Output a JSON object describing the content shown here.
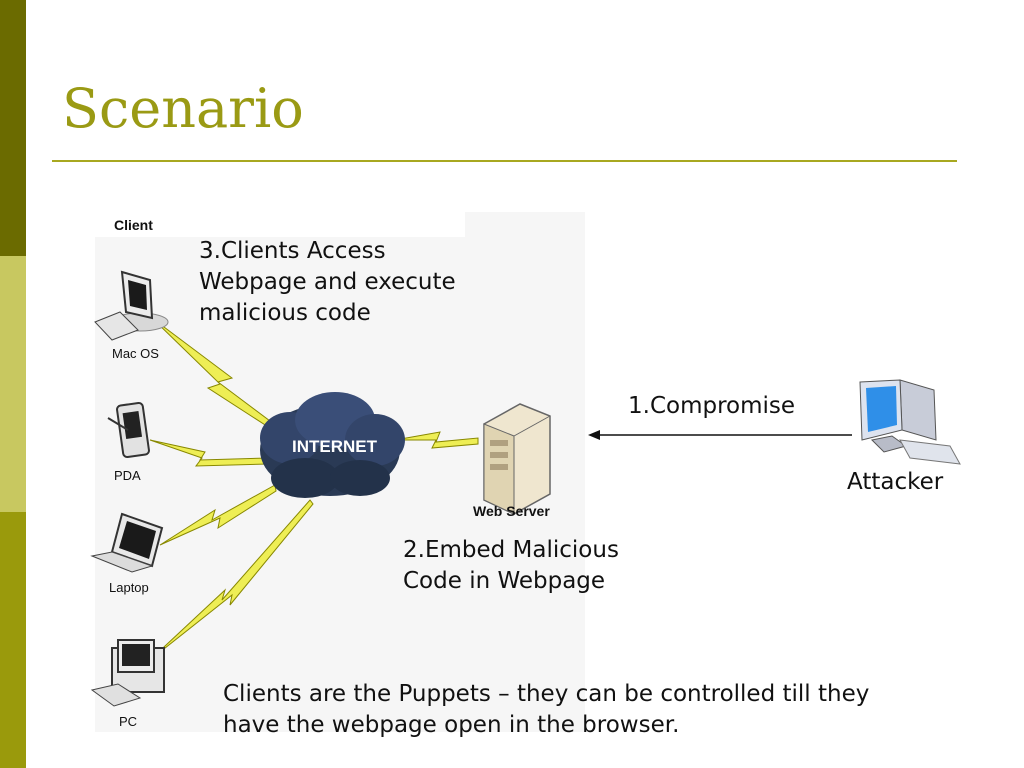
{
  "slide": {
    "title": "Scenario",
    "footer": "Clients are the Puppets – they can be controlled till they have the webpage open in the browser."
  },
  "diagram": {
    "client_heading": "Client",
    "clients": [
      "Mac OS",
      "PDA",
      "Laptop",
      "PC"
    ],
    "cloud_label": "INTERNET",
    "server_label": "Web Server",
    "attacker_label": "Attacker",
    "step1": "1.Compromise",
    "step2": "2.Embed Malicious\nCode in Webpage",
    "step3": "3.Clients Access\nWebpage and execute\nmalicious code"
  },
  "colors": {
    "accent": "#9a9a14",
    "bar_dark": "#6b6b00",
    "bar_light": "#c8c860",
    "lightning": "#eeee55",
    "cloud": "#2a3a55"
  },
  "icons": [
    "mac-monitor-icon",
    "pda-icon",
    "laptop-icon",
    "pc-icon",
    "internet-cloud-icon",
    "web-server-icon",
    "attacker-computer-icon"
  ]
}
